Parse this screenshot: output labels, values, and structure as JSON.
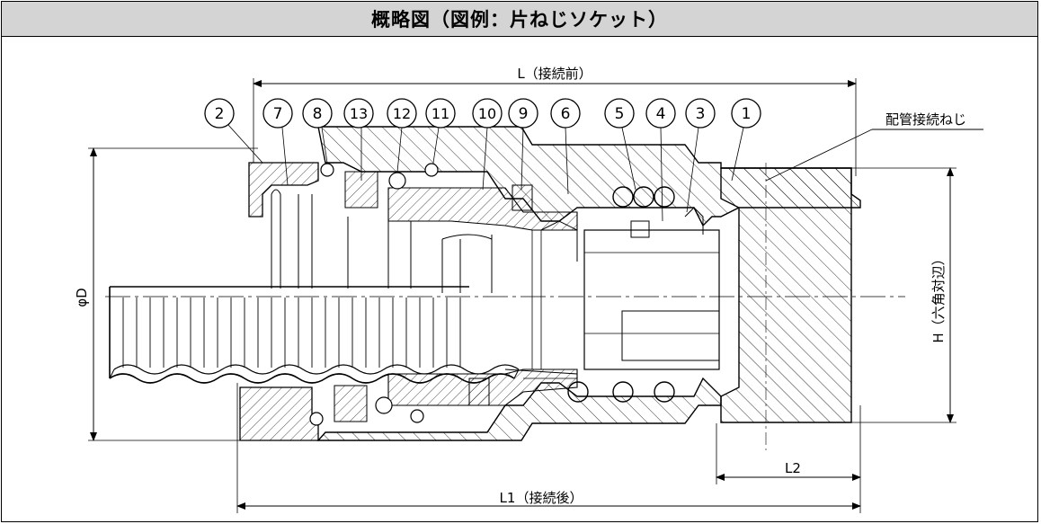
{
  "title": "概略図（図例：片ねじソケット）",
  "dimensions": {
    "L_before": "L（接続前）",
    "L1_after": "L1（接続後）",
    "L2": "L2",
    "phiD": "φD",
    "H_hex": "H（六角対辺）"
  },
  "pipe_thread_label": "配管接続ねじ",
  "part_numbers": [
    "2",
    "7",
    "8",
    "13",
    "12",
    "11",
    "10",
    "9",
    "6",
    "5",
    "4",
    "3",
    "1"
  ]
}
